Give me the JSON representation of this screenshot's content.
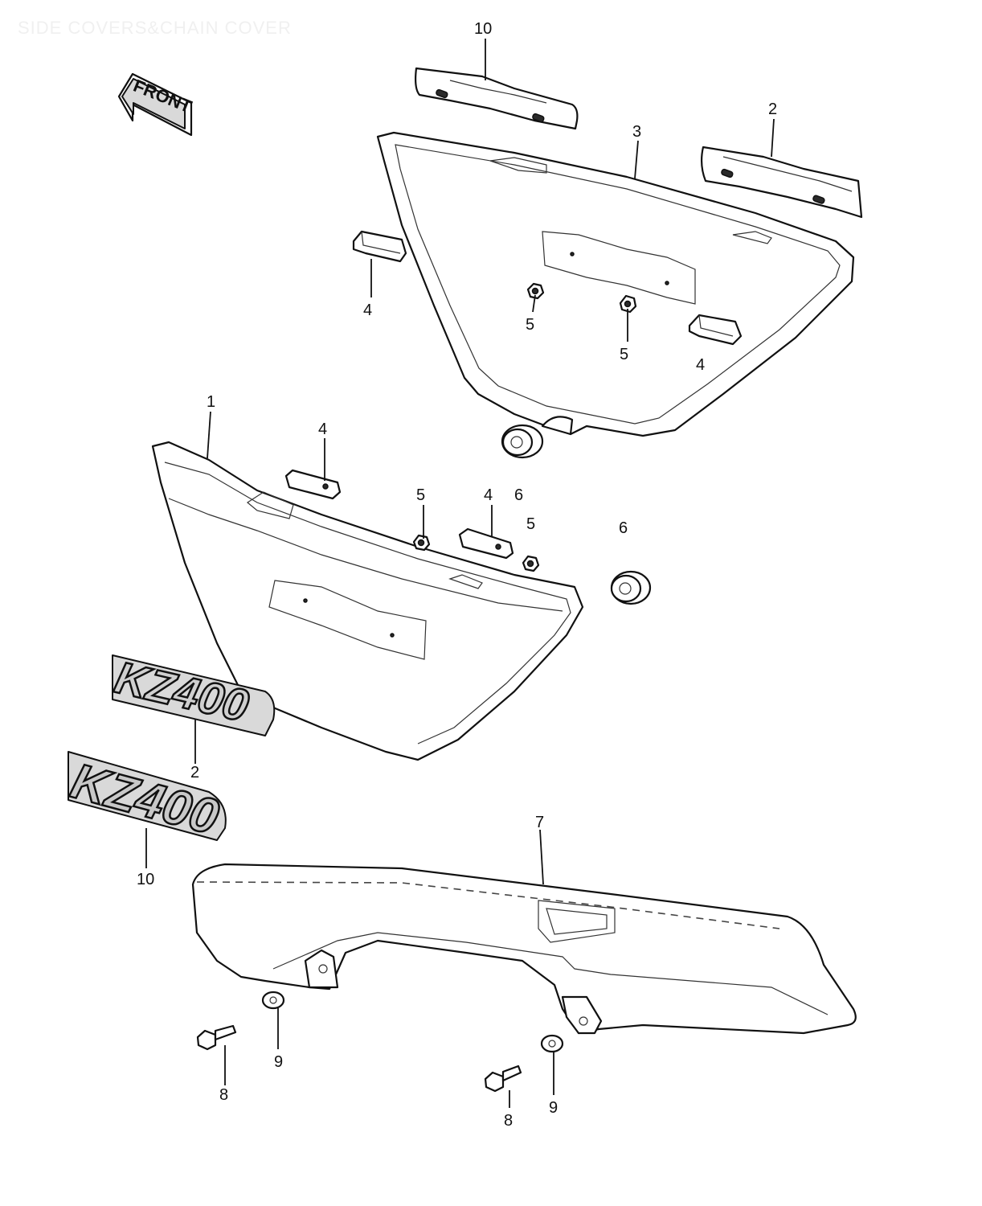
{
  "title": "SIDE COVERS&CHAIN COVER",
  "front_sign": "FRONT",
  "emblems": {
    "small": "KZ400",
    "large": "KZ400"
  },
  "callouts": {
    "c10_top": "10",
    "c3": "3",
    "c2_top": "2",
    "c4_upper_left": "4",
    "c5_upper_a": "5",
    "c5_upper_b": "5",
    "c4_upper_right": "4",
    "c1": "1",
    "c4_lower_left": "4",
    "c5_lower_a": "5",
    "c4_lower_mid": "4",
    "c6_a": "6",
    "c5_lower_b": "5",
    "c6_b": "6",
    "c2_bottom": "2",
    "c10_bottom": "10",
    "c7": "7",
    "c9_left": "9",
    "c8_left": "8",
    "c9_right": "9",
    "c8_right": "8"
  }
}
